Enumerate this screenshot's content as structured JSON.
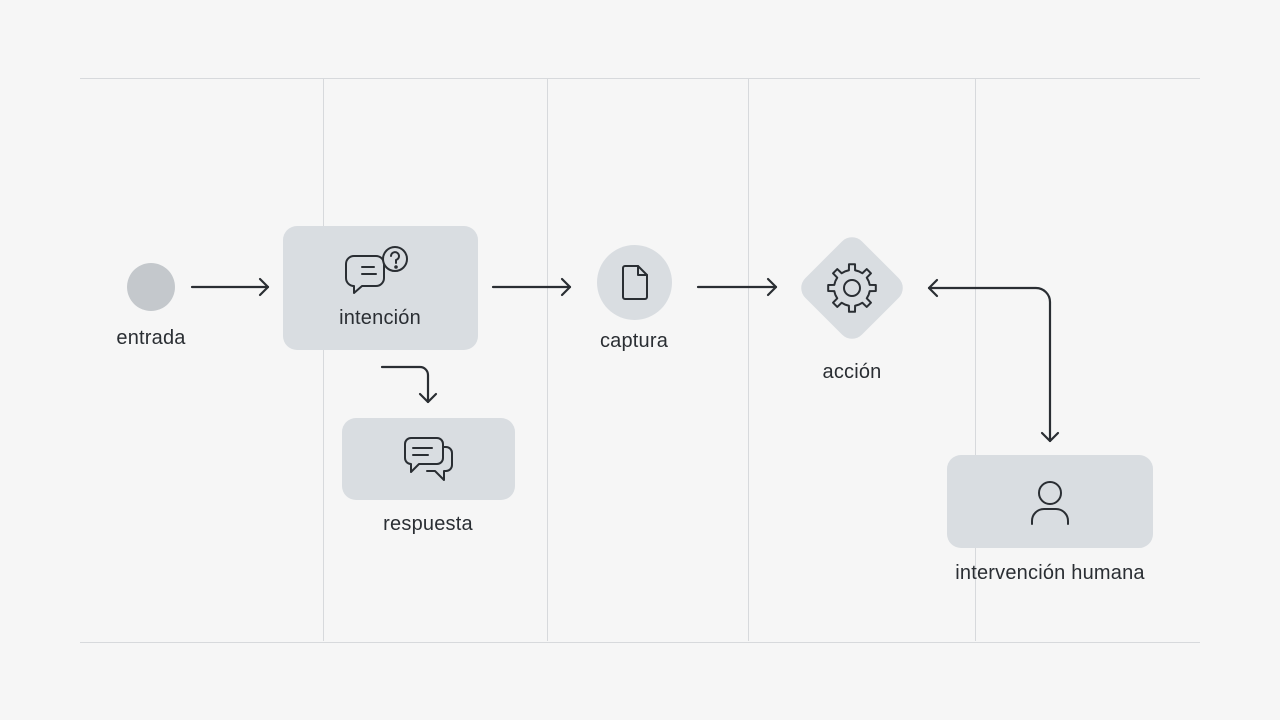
{
  "nodes": {
    "entrada": {
      "label": "entrada"
    },
    "intencion": {
      "label": "intención",
      "icon": "question-chat-icon"
    },
    "respuesta": {
      "label": "respuesta",
      "icon": "chat-bubbles-icon"
    },
    "captura": {
      "label": "captura",
      "icon": "document-icon"
    },
    "accion": {
      "label": "acción",
      "icon": "gear-icon"
    },
    "intervencion": {
      "label": "intervención humana",
      "icon": "person-icon"
    }
  },
  "colors": {
    "background": "#f6f6f6",
    "node_fill": "#d9dde1",
    "start_fill": "#c4c8cc",
    "lines": "#2a2e33",
    "lane_lines": "#d7d9dc"
  }
}
